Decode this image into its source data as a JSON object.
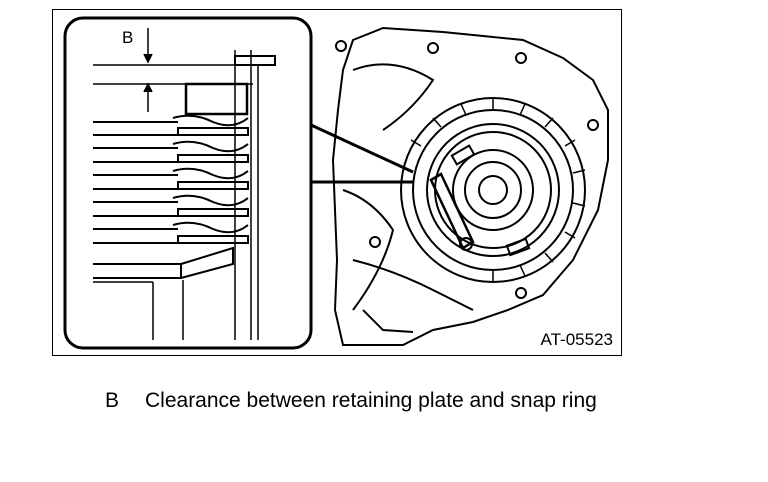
{
  "figure": {
    "code": "AT-05523",
    "dimension_label": "B"
  },
  "legend": {
    "key": "B",
    "description": "Clearance between retaining plate and snap ring"
  }
}
